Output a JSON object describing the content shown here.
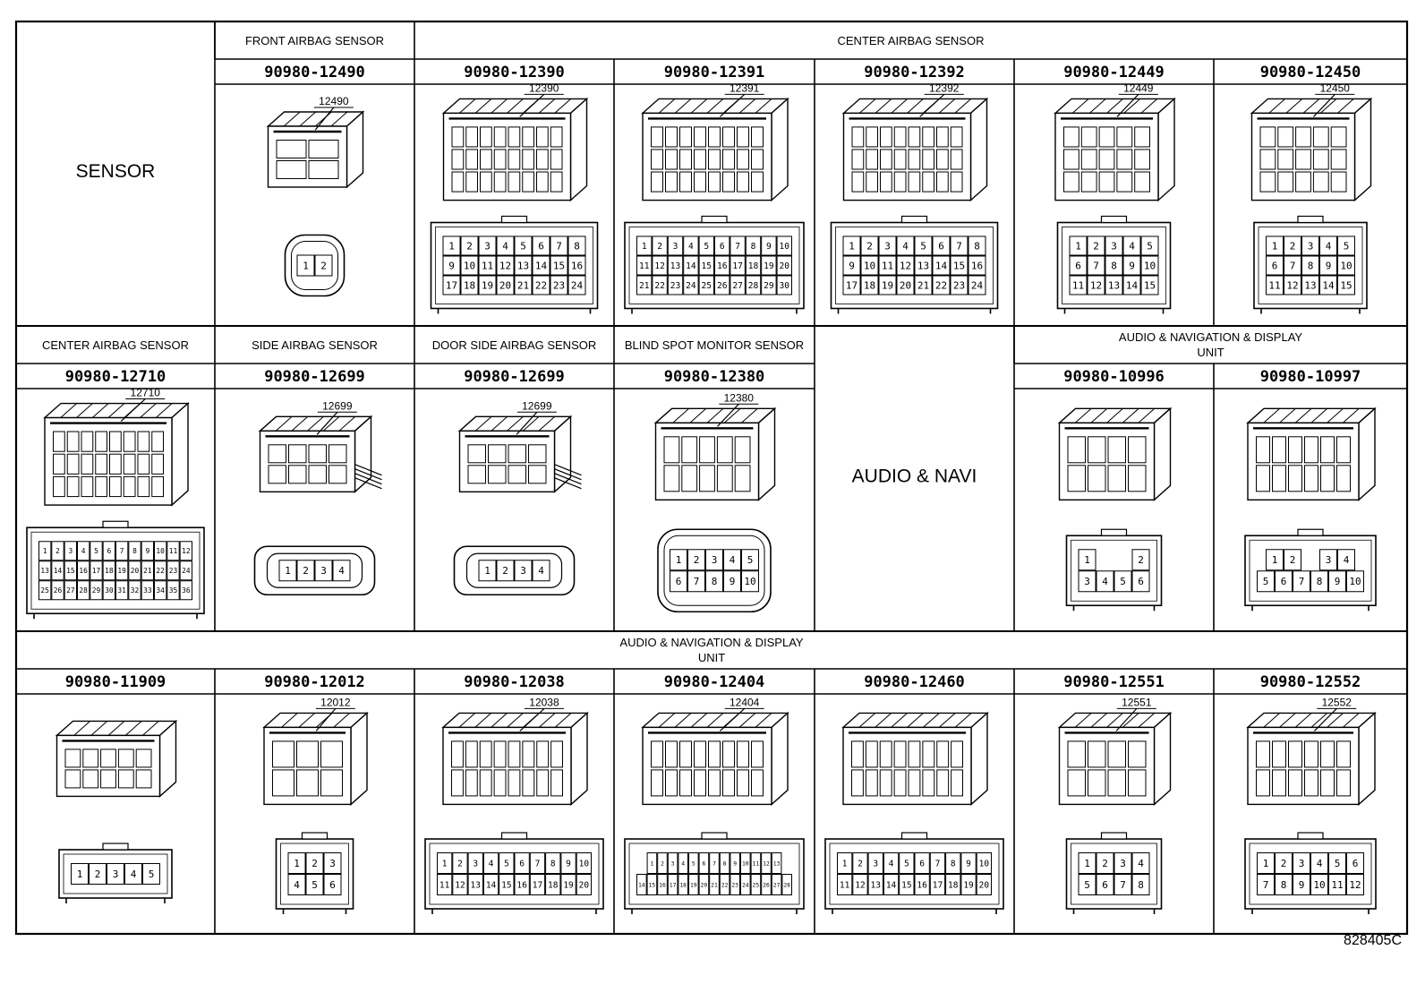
{
  "figure_number": "828405C",
  "rows": [
    {
      "row_label": "SENSOR",
      "groups": [
        {
          "title": [
            "FRONT AIRBAG SENSOR"
          ],
          "span": 1
        },
        {
          "title": [
            "CENTER AIRBAG SENSOR"
          ],
          "span": 5
        }
      ],
      "cells": [
        {
          "part_number": "90980-12490",
          "callout": "12490",
          "pins": [
            [
              "1",
              "2"
            ]
          ],
          "face": "round"
        },
        {
          "part_number": "90980-12390",
          "callout": "12390",
          "pins": [
            [
              "1",
              "2",
              "3",
              "4",
              "5",
              "6",
              "7",
              "8"
            ],
            [
              "9",
              "10",
              "11",
              "12",
              "13",
              "14",
              "15",
              "16"
            ],
            [
              "17",
              "18",
              "19",
              "20",
              "21",
              "22",
              "23",
              "24"
            ]
          ],
          "face": "rect"
        },
        {
          "part_number": "90980-12391",
          "callout": "12391",
          "pins": [
            [
              "1",
              "2",
              "3",
              "4",
              "5",
              "6",
              "7",
              "8",
              "9",
              "10"
            ],
            [
              "11",
              "12",
              "13",
              "14",
              "15",
              "16",
              "17",
              "18",
              "19",
              "20"
            ],
            [
              "21",
              "22",
              "23",
              "24",
              "25",
              "26",
              "27",
              "28",
              "29",
              "30"
            ]
          ],
          "face": "rect"
        },
        {
          "part_number": "90980-12392",
          "callout": "12392",
          "pins": [
            [
              "1",
              "2",
              "3",
              "4",
              "5",
              "6",
              "7",
              "8"
            ],
            [
              "9",
              "10",
              "11",
              "12",
              "13",
              "14",
              "15",
              "16"
            ],
            [
              "17",
              "18",
              "19",
              "20",
              "21",
              "22",
              "23",
              "24"
            ]
          ],
          "face": "rect"
        },
        {
          "part_number": "90980-12449",
          "callout": "12449",
          "pins": [
            [
              "1",
              "2",
              "3",
              "4",
              "5"
            ],
            [
              "6",
              "7",
              "8",
              "9",
              "10"
            ],
            [
              "11",
              "12",
              "13",
              "14",
              "15"
            ]
          ],
          "face": "rect"
        },
        {
          "part_number": "90980-12450",
          "callout": "12450",
          "pins": [
            [
              "1",
              "2",
              "3",
              "4",
              "5"
            ],
            [
              "6",
              "7",
              "8",
              "9",
              "10"
            ],
            [
              "11",
              "12",
              "13",
              "14",
              "15"
            ]
          ],
          "face": "rect"
        }
      ]
    },
    {
      "row_label": "AUDIO & NAVI",
      "groups": [
        {
          "title": [
            "CENTER AIRBAG SENSOR"
          ],
          "span": 1
        },
        {
          "title": [
            "SIDE AIRBAG SENSOR"
          ],
          "span": 1
        },
        {
          "title": [
            "DOOR SIDE AIRBAG SENSOR"
          ],
          "span": 1
        },
        {
          "title": [
            "BLIND SPOT MONITOR SENSOR"
          ],
          "span": 1
        },
        {
          "title": [
            "AUDIO & NAVIGATION & DISPLAY",
            "UNIT"
          ],
          "span": 2
        }
      ],
      "cells": [
        {
          "part_number": "90980-12710",
          "callout": "12710",
          "pins": [
            [
              "1",
              "2",
              "3",
              "4",
              "5",
              "6",
              "7",
              "8",
              "9",
              "10",
              "11",
              "12"
            ],
            [
              "13",
              "14",
              "15",
              "16",
              "17",
              "18",
              "19",
              "20",
              "21",
              "22",
              "23",
              "24"
            ],
            [
              "25",
              "26",
              "27",
              "28",
              "29",
              "30",
              "31",
              "32",
              "33",
              "34",
              "35",
              "36"
            ]
          ],
          "face": "rect"
        },
        {
          "part_number": "90980-12699",
          "callout": "12699",
          "pins": [
            [
              "1",
              "2",
              "3",
              "4"
            ]
          ],
          "face": "oval"
        },
        {
          "part_number": "90980-12699",
          "callout": "12699",
          "pins": [
            [
              "1",
              "2",
              "3",
              "4"
            ]
          ],
          "face": "oval"
        },
        {
          "part_number": "90980-12380",
          "callout": "12380",
          "pins": [
            [
              "1",
              "2",
              "3",
              "4",
              "5"
            ],
            [
              "6",
              "7",
              "8",
              "9",
              "10"
            ]
          ],
          "face": "round"
        },
        {
          "part_number": "90980-10996",
          "callout": "",
          "pins": [
            [
              "1",
              "",
              "",
              "2"
            ],
            [
              "3",
              "4",
              "5",
              "6"
            ]
          ],
          "face": "rect"
        },
        {
          "part_number": "90980-10997",
          "callout": "",
          "pins": [
            [
              "1",
              "2",
              "",
              "3",
              "4"
            ],
            [
              "5",
              "6",
              "7",
              "8",
              "9",
              "10"
            ]
          ],
          "face": "rect"
        }
      ]
    },
    {
      "row_label": "",
      "groups": [
        {
          "title": [
            "AUDIO & NAVIGATION & DISPLAY",
            "UNIT"
          ],
          "span": 7
        }
      ],
      "cells": [
        {
          "part_number": "90980-11909",
          "callout": "",
          "pins": [
            [
              "1",
              "2",
              "3",
              "4",
              "5"
            ]
          ],
          "face": "rect"
        },
        {
          "part_number": "90980-12012",
          "callout": "12012",
          "pins": [
            [
              "1",
              "2",
              "3"
            ],
            [
              "4",
              "5",
              "6"
            ]
          ],
          "face": "rect"
        },
        {
          "part_number": "90980-12038",
          "callout": "12038",
          "pins": [
            [
              "1",
              "2",
              "3",
              "4",
              "5",
              "6",
              "7",
              "8",
              "9",
              "10"
            ],
            [
              "11",
              "12",
              "13",
              "14",
              "15",
              "16",
              "17",
              "18",
              "19",
              "20"
            ]
          ],
          "face": "rect"
        },
        {
          "part_number": "90980-12404",
          "callout": "12404",
          "pins": [
            [
              "1",
              "2",
              "3",
              "4",
              "5",
              "6",
              "7",
              "8",
              "9",
              "10",
              "11",
              "12",
              "13"
            ],
            [
              "14",
              "15",
              "16",
              "17",
              "18",
              "19",
              "20",
              "21",
              "22",
              "23",
              "24",
              "25",
              "26",
              "27",
              "28"
            ]
          ],
          "face": "rect"
        },
        {
          "part_number": "90980-12460",
          "callout": "",
          "pins": [
            [
              "1",
              "2",
              "3",
              "4",
              "5",
              "6",
              "7",
              "8",
              "9",
              "10"
            ],
            [
              "11",
              "12",
              "13",
              "14",
              "15",
              "16",
              "17",
              "18",
              "19",
              "20"
            ]
          ],
          "face": "rect"
        },
        {
          "part_number": "90980-12551",
          "callout": "12551",
          "pins": [
            [
              "1",
              "2",
              "3",
              "4"
            ],
            [
              "5",
              "6",
              "7",
              "8"
            ]
          ],
          "face": "rect"
        },
        {
          "part_number": "90980-12552",
          "callout": "12552",
          "pins": [
            [
              "1",
              "2",
              "3",
              "4",
              "5",
              "6"
            ],
            [
              "7",
              "8",
              "9",
              "10",
              "11",
              "12"
            ]
          ],
          "face": "rect"
        }
      ]
    }
  ]
}
